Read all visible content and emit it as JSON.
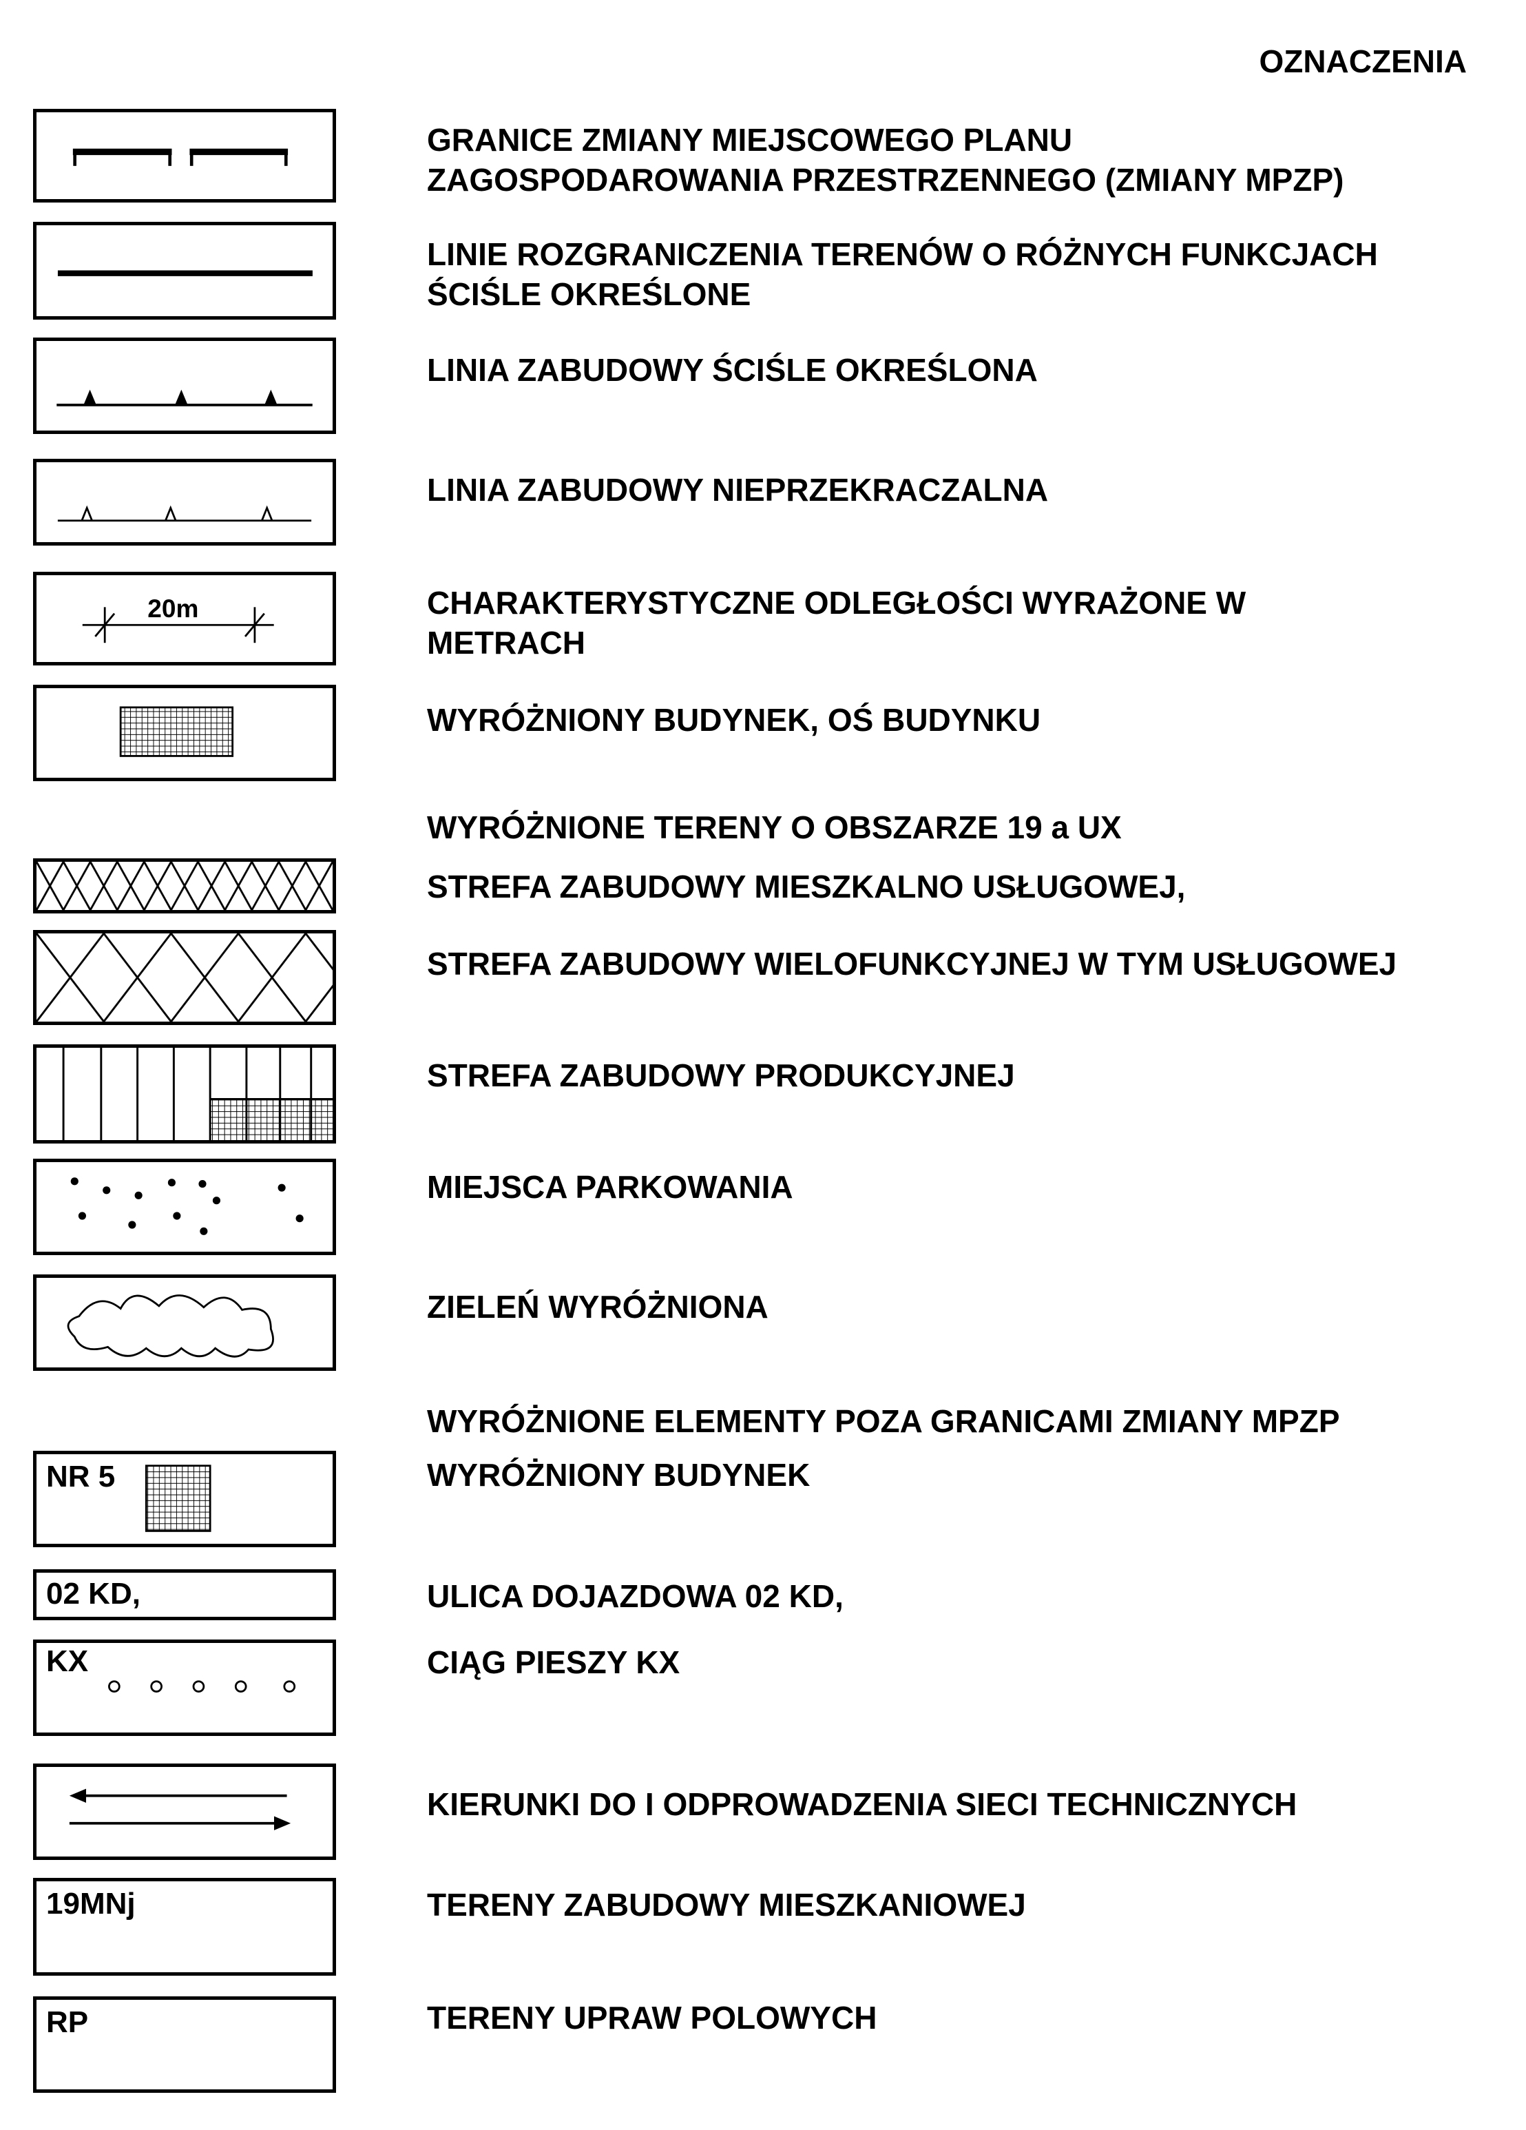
{
  "title": "OZNACZENIA",
  "items": [
    {
      "label": "GRANICE ZMIANY MIEJSCOWEGO PLANU\nZAGOSPODAROWANIA PRZESTRZENNEGO (ZMIANY MPZP)",
      "symbol": "boundary-dashed"
    },
    {
      "label": "LINIE ROZGRANICZENIA TERENÓW O RÓŻNYCH FUNKCJACH\nŚCIŚLE  OKREŚLONE",
      "symbol": "solid-line"
    },
    {
      "label": "LINIA ZABUDOWY ŚCIŚLE OKREŚLONA",
      "symbol": "building-line-filled"
    },
    {
      "label": "LINIA ZABUDOWY NIEPRZEKRACZALNA",
      "symbol": "building-line-open"
    },
    {
      "label": "CHARAKTERYSTYCZNE ODLEGŁOŚCI  WYRAŻONE W\nMETRACH",
      "symbol": "dimension",
      "dimension_text": "20m"
    },
    {
      "label": "WYRÓŻNIONY BUDYNEK, OŚ BUDYNKU",
      "symbol": "grid-building"
    },
    {
      "label": "WYRÓŻNIONE TERENY O OBSZARZE  19 a UX",
      "symbol": "none"
    },
    {
      "label": "STREFA ZABUDOWY MIESZKALNO USŁUGOWEJ,",
      "symbol": "crosshatch-fine"
    },
    {
      "label": "STREFA  ZABUDOWY WIELOFUNKCYJNEJ W TYM USŁUGOWEJ",
      "symbol": "crosshatch-coarse"
    },
    {
      "label": "STREFA ZABUDOWY PRODUKCYJNEJ",
      "symbol": "vertical-lines-grid"
    },
    {
      "label": "MIEJSCA PARKOWANIA",
      "symbol": "dots"
    },
    {
      "label": "ZIELEŃ WYRÓŻNIONA",
      "symbol": "clouds"
    },
    {
      "label": "WYRÓŻNIONE ELEMENTY POZA GRANICAMI ZMIANY  MPZP",
      "symbol": "none"
    },
    {
      "label": "WYRÓŻNIONY BUDYNEK",
      "symbol": "labeled-grid",
      "code": "NR 5"
    },
    {
      "label": "ULICA DOJAZDOWA 02 KD,",
      "symbol": "labeled",
      "code": "02 KD,"
    },
    {
      "label": "CIĄG PIESZY KX",
      "symbol": "labeled-circles",
      "code": "KX"
    },
    {
      "label": "KIERUNKI DO I ODPROWADZENIA SIECI TECHNICZNYCH",
      "symbol": "arrows"
    },
    {
      "label": "TERENY  ZABUDOWY MIESZKANIOWEJ",
      "symbol": "labeled",
      "code": "19MNj"
    },
    {
      "label": "TERENY UPRAW POLOWYCH",
      "symbol": "labeled",
      "code": "RP"
    }
  ]
}
